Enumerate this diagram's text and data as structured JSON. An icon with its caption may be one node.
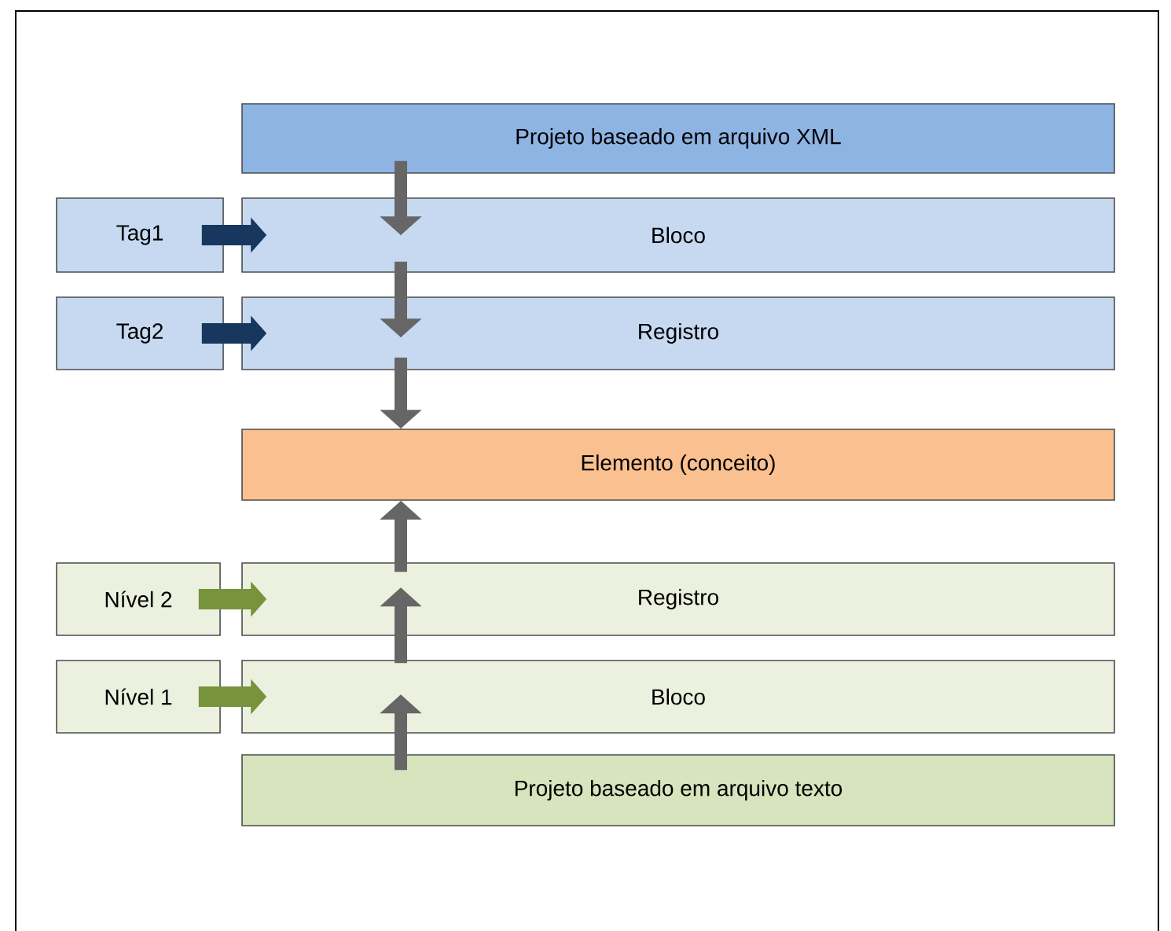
{
  "diagram": {
    "nodes": [
      {
        "text": [
          "Projeto baseado em arquivo XML"
        ]
      },
      {
        "text": [
          "Tag1"
        ]
      },
      {
        "text": [
          "Bloco"
        ]
      },
      {
        "text": [
          "Tag2"
        ]
      },
      {
        "text": [
          "Registro"
        ]
      },
      {
        "text": [
          "Elemento (conceito)"
        ]
      },
      {
        "text": [
          "Nível 2"
        ]
      },
      {
        "text": [
          "Registro"
        ]
      },
      {
        "text": [
          "Nível 1"
        ]
      },
      {
        "text": [
          "Bloco"
        ]
      },
      {
        "text": [
          "Projeto baseado em arquivo texto"
        ]
      }
    ],
    "edges": [
      {
        "from": 0,
        "to": 2,
        "arrow": "to"
      },
      {
        "from": 2,
        "to": 4,
        "arrow": "to"
      },
      {
        "from": 4,
        "to": 5,
        "arrow": "to"
      },
      {
        "from": 10,
        "to": 9,
        "arrow": "to"
      },
      {
        "from": 9,
        "to": 7,
        "arrow": "to"
      },
      {
        "from": 7,
        "to": 5,
        "arrow": "to"
      },
      {
        "from": 1,
        "to": 2,
        "arrow": "to",
        "color": "#17375e"
      },
      {
        "from": 3,
        "to": 4,
        "arrow": "to",
        "color": "#17375e"
      },
      {
        "from": 6,
        "to": 7,
        "arrow": "to",
        "color": "#77933c"
      },
      {
        "from": 8,
        "to": 9,
        "arrow": "to",
        "color": "#77933c"
      }
    ]
  }
}
